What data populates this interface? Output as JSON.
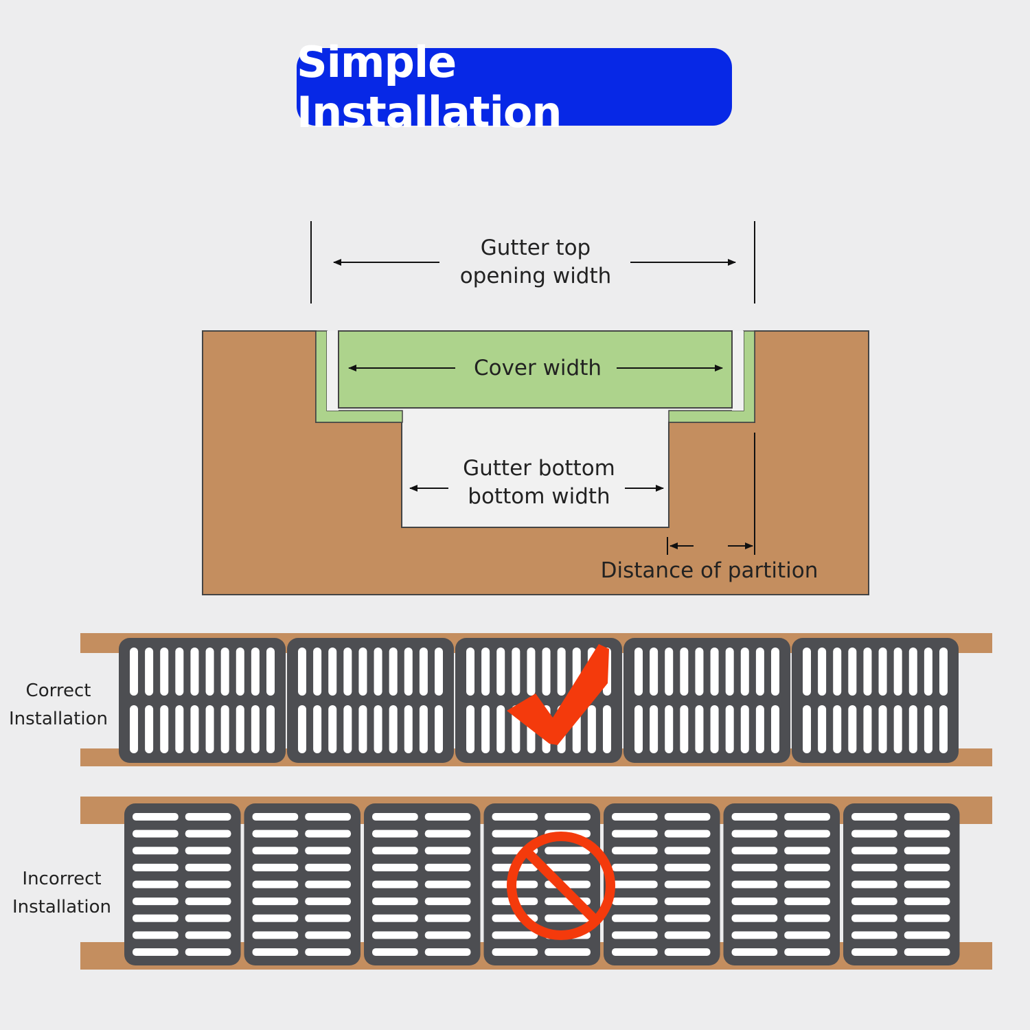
{
  "title": "Simple Installation",
  "labels": {
    "top_opening": [
      "Gutter top",
      "opening width"
    ],
    "cover_width": "Cover width",
    "bottom_width": [
      "Gutter bottom",
      "bottom width"
    ],
    "partition": "Distance of partition",
    "correct": [
      "Correct",
      "Installation"
    ],
    "incorrect": [
      "Incorrect",
      "Installation"
    ]
  },
  "colors": {
    "title_bg": "#0728e6",
    "ground": "#c48e5f",
    "cover": "#add38c",
    "grate": "#4d4e52",
    "mark": "#f43a0c"
  },
  "icons": {
    "correct_mark": "checkmark-icon",
    "incorrect_mark": "prohibited-icon"
  }
}
